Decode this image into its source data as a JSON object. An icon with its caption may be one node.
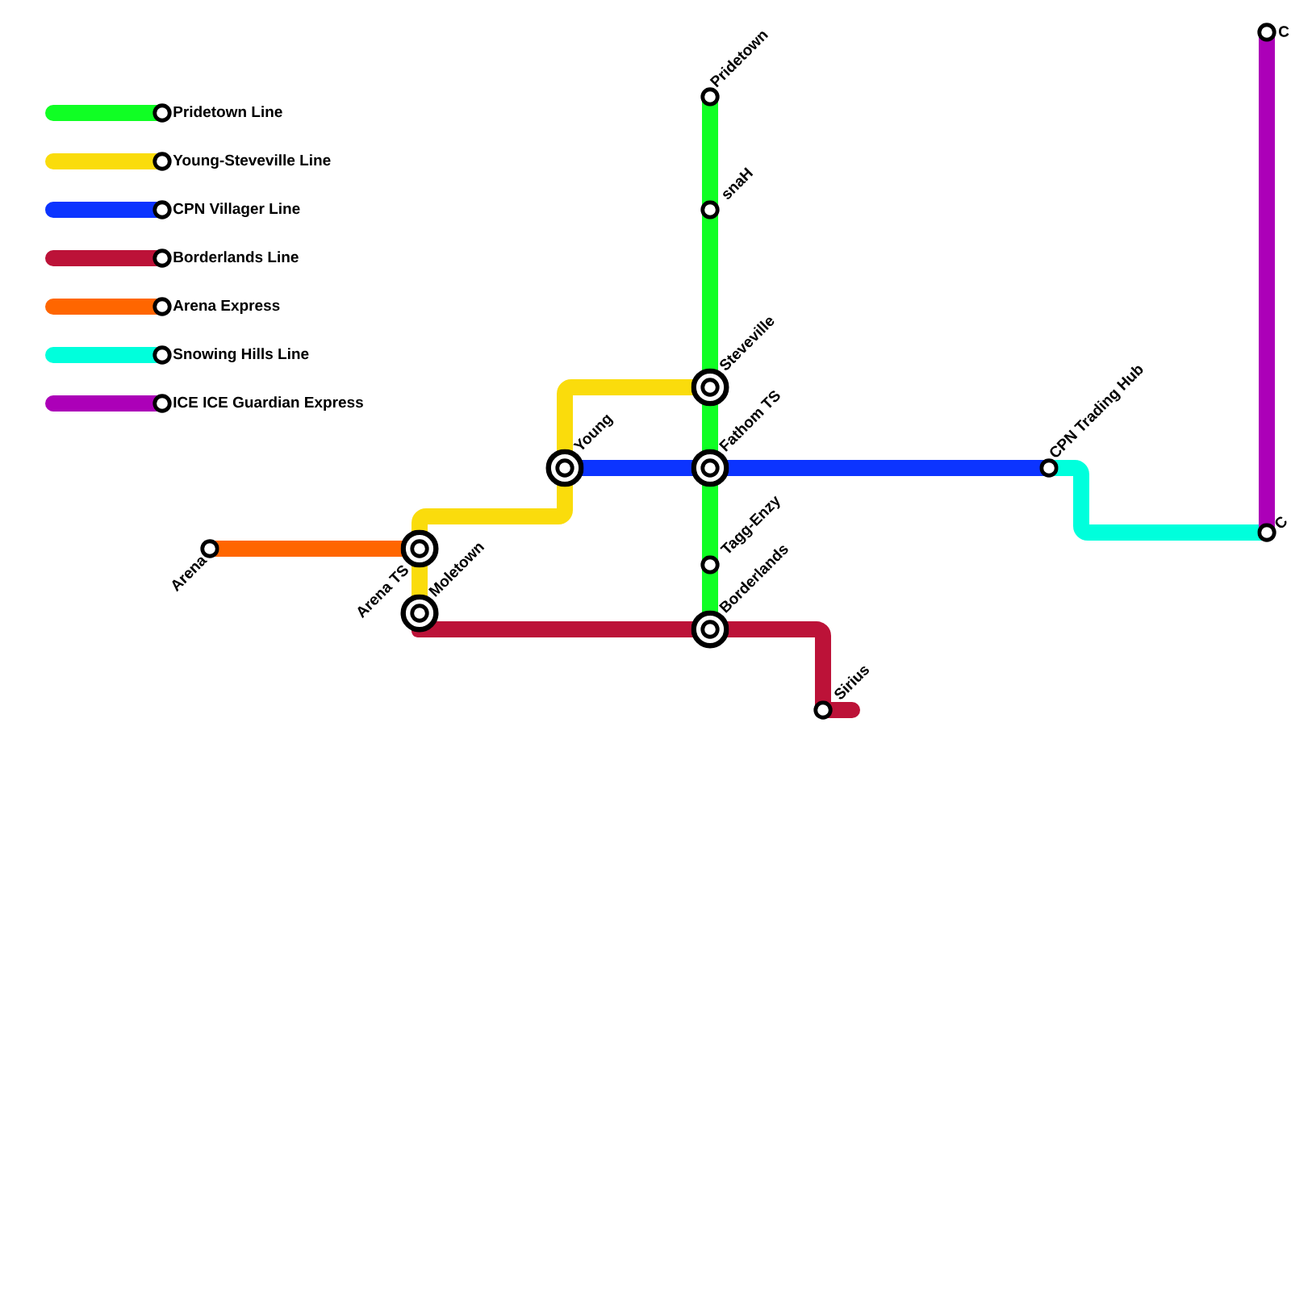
{
  "diagram": {
    "nodes": [
      {
        "text": [
          "C"
        ]
      },
      {
        "text": [
          "Pridetown"
        ]
      },
      {
        "text": [
          "snaH"
        ]
      },
      {
        "text": [
          "Steveville"
        ]
      },
      {
        "text": [
          "Young"
        ]
      },
      {
        "text": [
          "Fathom TS"
        ]
      },
      {
        "text": [
          "CPN Trading Hub"
        ]
      },
      {
        "text": [
          "C"
        ]
      },
      {
        "text": [
          "Arena"
        ]
      },
      {
        "text": [
          "Arena TS"
        ]
      },
      {
        "text": [
          "Tagg-Enzy"
        ]
      },
      {
        "text": [
          "Moletown"
        ]
      },
      {
        "text": [
          "Borderlands"
        ]
      },
      {
        "text": [
          "Sirius"
        ]
      }
    ],
    "edges": [
      {
        "from": 1,
        "to": 2,
        "arrow": "none",
        "color": "#10ff24"
      },
      {
        "from": 2,
        "to": 3,
        "arrow": "none",
        "color": "#10ff24"
      },
      {
        "from": 3,
        "to": 5,
        "arrow": "none",
        "color": "#10ff24"
      },
      {
        "from": 5,
        "to": 10,
        "arrow": "none",
        "color": "#10ff24"
      },
      {
        "from": 10,
        "to": 12,
        "arrow": "none",
        "color": "#10ff24"
      },
      {
        "from": 3,
        "to": 4,
        "arrow": "none",
        "color": "#fadc0c"
      },
      {
        "from": 4,
        "to": 9,
        "arrow": "none",
        "color": "#fadc0c"
      },
      {
        "from": 9,
        "to": 11,
        "arrow": "none",
        "color": "#fadc0c"
      },
      {
        "from": 4,
        "to": 5,
        "arrow": "none",
        "color": "#0c34ff"
      },
      {
        "from": 5,
        "to": 6,
        "arrow": "none",
        "color": "#0c34ff"
      },
      {
        "from": 11,
        "to": 12,
        "arrow": "none",
        "color": "#bc1238"
      },
      {
        "from": 12,
        "to": 13,
        "arrow": "none",
        "color": "#bc1238"
      },
      {
        "from": 8,
        "to": 9,
        "arrow": "none",
        "color": "#ff6600"
      },
      {
        "from": 6,
        "to": 7,
        "arrow": "none",
        "color": "#00ffdc"
      },
      {
        "from": 0,
        "to": 7,
        "arrow": "none",
        "color": "#ac00b8"
      }
    ],
    "legend": [
      {
        "text": "Pridetown Line",
        "color": "#10ff24"
      },
      {
        "text": "Young-Steveville Line",
        "color": "#fadc0c"
      },
      {
        "text": "CPN Villager Line",
        "color": "#0c34ff"
      },
      {
        "text": "Borderlands Line",
        "color": "#bc1238"
      },
      {
        "text": "Arena Express",
        "color": "#ff6600"
      },
      {
        "text": "Snowing Hills Line",
        "color": "#00ffdc"
      },
      {
        "text": "ICE ICE Guardian Express",
        "color": "#ac00b8"
      }
    ]
  }
}
